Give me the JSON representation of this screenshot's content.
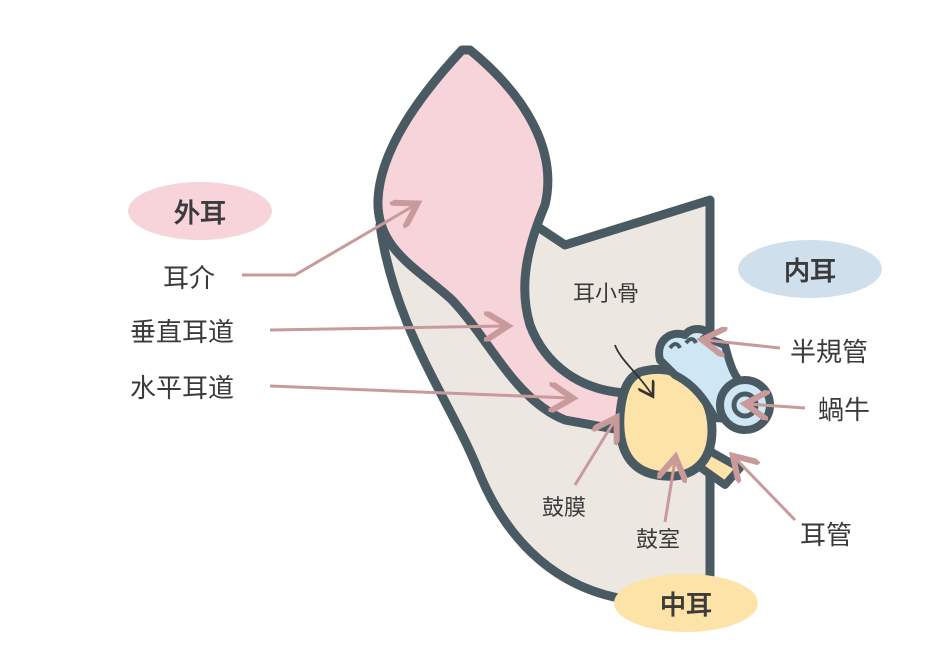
{
  "regions": {
    "outer_ear": "外耳",
    "middle_ear": "中耳",
    "inner_ear": "内耳"
  },
  "labels": {
    "pinna": "耳介",
    "vertical_canal": "垂直耳道",
    "horizontal_canal": "水平耳道",
    "ossicles": "耳小骨",
    "eardrum": "鼓膜",
    "tympanic_cavity": "鼓室",
    "semicircular_canals": "半規管",
    "cochlea": "蝸牛",
    "eustachian_tube": "耳管"
  },
  "colors": {
    "outer": "#f7d3da",
    "middle": "#fde3a7",
    "inner": "#cfe0ec",
    "tissue": "#ede7e1",
    "outline": "#4a5a63",
    "arrow": "#c99a9a"
  }
}
